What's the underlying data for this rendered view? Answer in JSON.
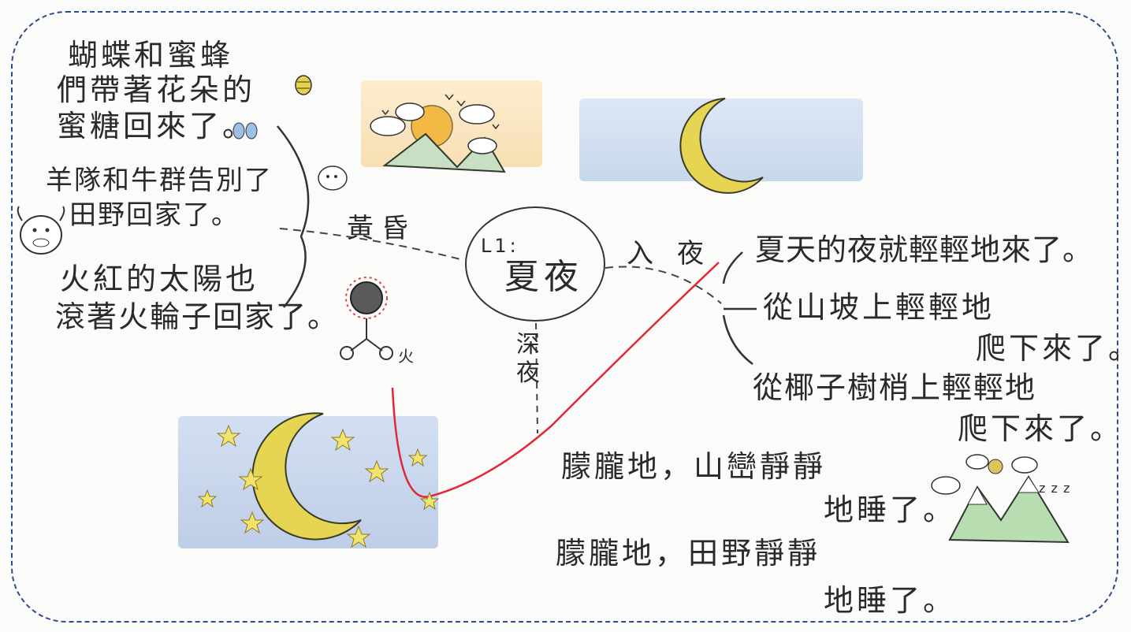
{
  "center": {
    "code": "L1:",
    "title": "夏夜"
  },
  "branches": {
    "dusk": {
      "label": "黃昏",
      "lines": [
        "蝴蝶和蜜蜂",
        "們帶著花朵的",
        "蜜糖回來了。",
        "羊隊和牛群告別了",
        "田野回家了。",
        "火紅的太陽也",
        "滾著火輪子回家了。"
      ]
    },
    "night": {
      "label": "入夜",
      "lines": [
        "夏天的夜就輕輕地來了。",
        "從山坡上輕輕地",
        "爬下來了。",
        "從椰子樹梢上輕輕地",
        "爬下來了。"
      ]
    },
    "deep": {
      "label": "深夜",
      "lines": [
        "朦朧地，山巒靜靜",
        "地睡了。",
        "朦朧地，田野靜靜",
        "地睡了。"
      ]
    }
  },
  "drawing_labels": {
    "zzz": "z z z",
    "fire": "火"
  },
  "colors": {
    "border": "#2f4c8a",
    "moon": "#e6d552",
    "sun": "#f0b64a",
    "red_line": "#e0283a",
    "sky_blue": "#c9d8ef",
    "sky_orange": "#f6d9a5"
  }
}
